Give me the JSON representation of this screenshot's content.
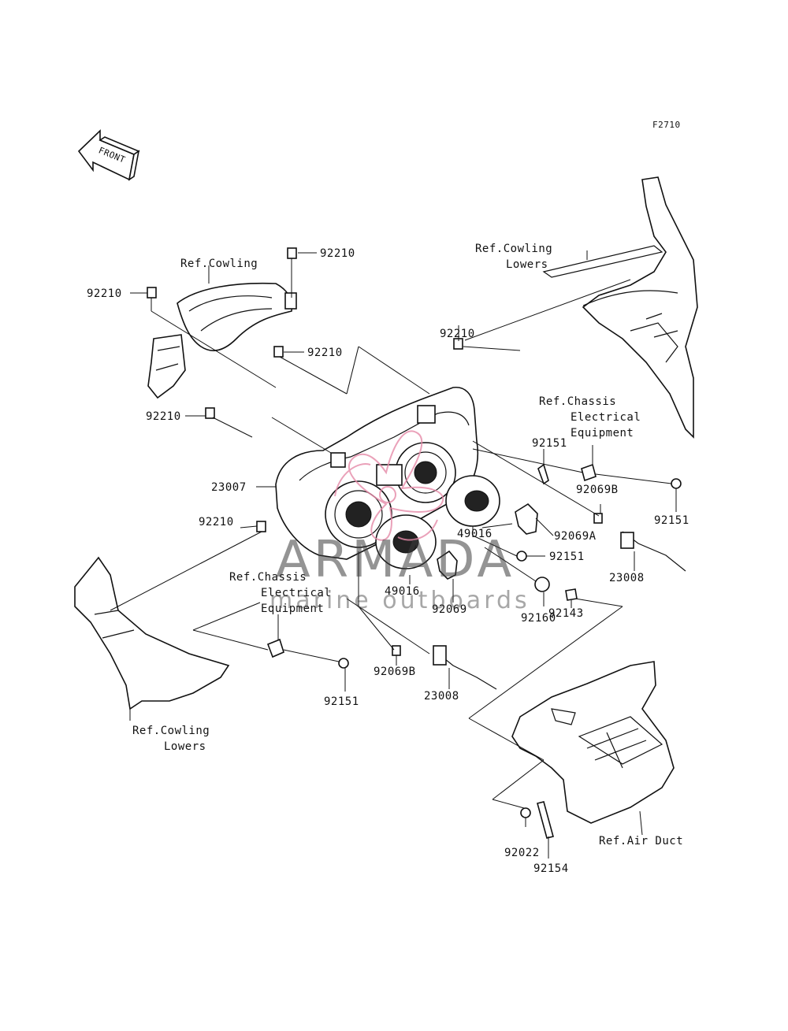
{
  "diagram_code": "F2710",
  "front_label": "FRONT",
  "watermark": {
    "title": "ARMADA",
    "subtitle": "marine outboards",
    "logo_color": "#e58aa8"
  },
  "labels": {
    "ref_cowling": "Ref.Cowling",
    "ref_cowling_lowers_top_1": "Ref.Cowling",
    "ref_cowling_lowers_top_2": "Lowers",
    "ref_chassis_right_1": "Ref.Chassis",
    "ref_chassis_right_2": "Electrical",
    "ref_chassis_right_3": "Equipment",
    "ref_chassis_left_1": "Ref.Chassis",
    "ref_chassis_left_2": "Electrical",
    "ref_chassis_left_3": "Equipment",
    "ref_cowling_lowers_bottom_1": "Ref.Cowling",
    "ref_cowling_lowers_bottom_2": "Lowers",
    "ref_air_duct": "Ref.Air Duct"
  },
  "parts": {
    "p92210_a": "92210",
    "p92210_b": "92210",
    "p92210_c": "92210",
    "p92210_d": "92210",
    "p92210_e": "92210",
    "p92210_f": "92210",
    "p23007": "23007",
    "p92151_a": "92151",
    "p92069B_a": "92069B",
    "p92151_b": "92151",
    "p92069A": "92069A",
    "p49016_a": "49016",
    "p92151_c": "92151",
    "p23008_a": "23008",
    "p49016_b": "49016",
    "p92069": "92069",
    "p92160": "92160",
    "p92143": "92143",
    "p92069B_b": "92069B",
    "p92151_d": "92151",
    "p23008_b": "23008",
    "p92022": "92022",
    "p92154": "92154"
  }
}
